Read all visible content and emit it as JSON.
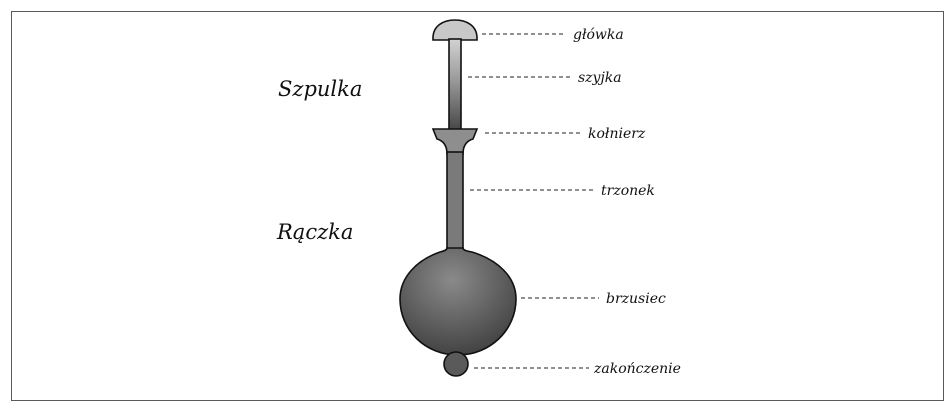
{
  "diagram": {
    "sections": [
      {
        "id": "spool",
        "label": "Szpulka"
      },
      {
        "id": "handle",
        "label": "Rączka"
      }
    ],
    "parts": [
      {
        "id": "head",
        "label": "główka"
      },
      {
        "id": "neck",
        "label": "szyjka"
      },
      {
        "id": "collar",
        "label": "kołnierz"
      },
      {
        "id": "shaft",
        "label": "trzonek"
      },
      {
        "id": "belly",
        "label": "brzusiec"
      },
      {
        "id": "tip",
        "label": "zakończenie"
      }
    ]
  },
  "colors": {
    "fill_light": "#cfcfcf",
    "fill_dark": "#4a4a4a",
    "outline": "#111111",
    "frame": "#5a5a5a"
  }
}
